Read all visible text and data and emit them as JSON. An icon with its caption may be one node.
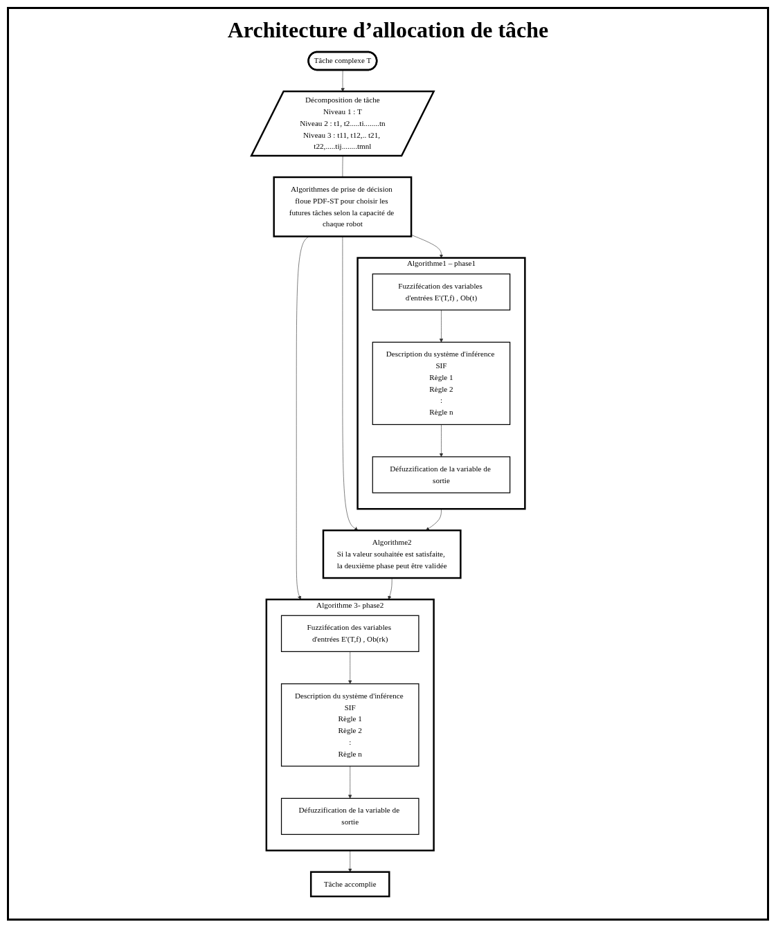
{
  "diagram": {
    "title": "Architecture d’allocation de tâche",
    "nodes": [
      {
        "text": [
          "Tâche complexe T"
        ]
      },
      {
        "text": [
          "Décomposition de tâche",
          "Niveau 1 : T",
          "Niveau 2 : t1, t2.....ti........tn",
          "Niveau 3 : t11, t12,.. t21, t22,.....tij........tmnl"
        ]
      },
      {
        "text": [
          "Algorithmes de prise de décision floue PDF-ST pour choisir les futures tâches selon la capacité de chaque robot"
        ]
      },
      {
        "text": [
          "Algorithme1 – phase1"
        ]
      },
      {
        "text": [
          "Fuzzifécation des variables d'entrées E'(T,f) , Ob(t)"
        ],
        "in": 3
      },
      {
        "text": [
          "Description du système d'inférence SIF",
          "Règle 1",
          "Règle 2",
          ":",
          "Règle n"
        ],
        "in": 3
      },
      {
        "text": [
          "Défuzzification de la variable de sortie"
        ],
        "in": 3
      },
      {
        "text": [
          "Algorithme2",
          "Si la valeur souhaitée est satisfaite, la deuxième phase peut être validée"
        ]
      },
      {
        "text": [
          "Algorithme 3- phase2"
        ]
      },
      {
        "text": [
          "Fuzzifécation des variables d'entrées E'(T,f) , Ob(rk)"
        ],
        "in": 8
      },
      {
        "text": [
          "Description du système d'inférence SIF",
          "Règle 1",
          "Règle 2",
          ":",
          "Règle n"
        ],
        "in": 8
      },
      {
        "text": [
          "Défuzzification de la variable de sortie"
        ],
        "in": 8
      },
      {
        "text": [
          "Tâche accomplie"
        ]
      }
    ],
    "edges": [
      {
        "from": 0,
        "to": 1,
        "arrow": "to"
      },
      {
        "from": 1,
        "to": 2,
        "arrow": "none"
      },
      {
        "from": 2,
        "to": 3,
        "arrow": "to"
      },
      {
        "from": 2,
        "to": 7,
        "arrow": "to"
      },
      {
        "from": 2,
        "to": 8,
        "arrow": "to"
      },
      {
        "from": 4,
        "to": 5,
        "arrow": "to"
      },
      {
        "from": 5,
        "to": 6,
        "arrow": "to"
      },
      {
        "from": 3,
        "to": 7,
        "arrow": "to"
      },
      {
        "from": 7,
        "to": 8,
        "arrow": "to"
      },
      {
        "from": 9,
        "to": 10,
        "arrow": "to"
      },
      {
        "from": 10,
        "to": 11,
        "arrow": "to"
      },
      {
        "from": 8,
        "to": 12,
        "arrow": "to"
      }
    ]
  }
}
